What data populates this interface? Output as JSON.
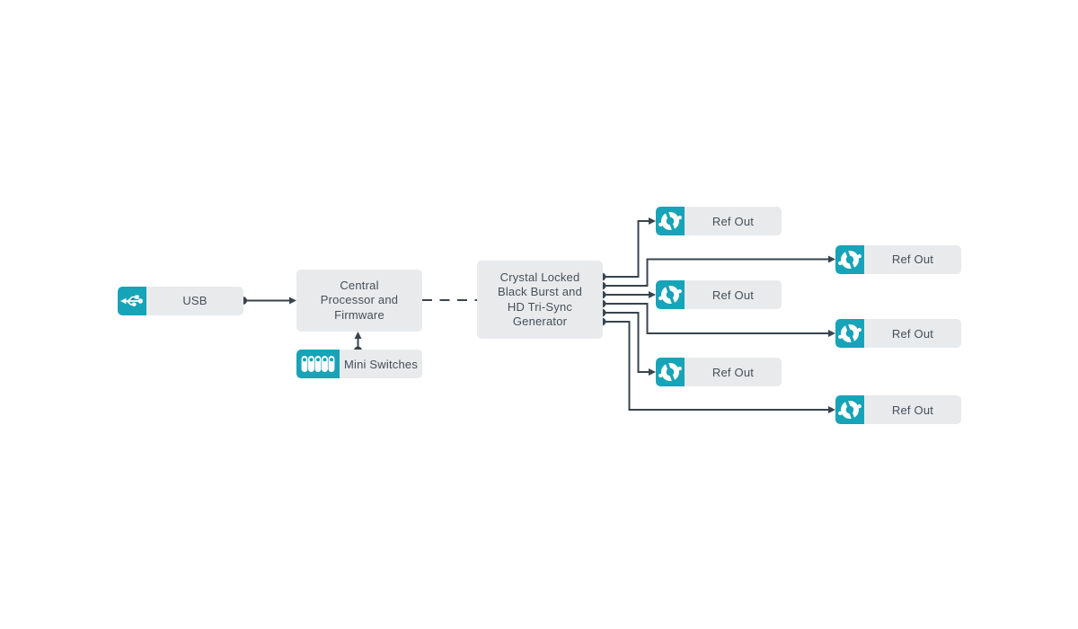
{
  "colors": {
    "accent_teal": "#17A3B8",
    "block_background": "#E9EAEC",
    "text": "#44505A",
    "connector": "#39444E",
    "canvas_background": "#FFFFFF"
  },
  "diagram": {
    "usb": {
      "label": "USB",
      "icon": "usb-icon"
    },
    "central_processor": {
      "lines": [
        "Central",
        "Processor and",
        "Firmware"
      ]
    },
    "mini_switches": {
      "label": "Mini Switches",
      "icon": "dip-switches-icon"
    },
    "generator": {
      "lines": [
        "Crystal Locked",
        "Black Burst and",
        "HD Tri-Sync",
        "Generator"
      ]
    },
    "ref_outs": [
      {
        "label": "Ref Out",
        "icon": "bnc-connector-icon"
      },
      {
        "label": "Ref Out",
        "icon": "bnc-connector-icon"
      },
      {
        "label": "Ref Out",
        "icon": "bnc-connector-icon"
      },
      {
        "label": "Ref Out",
        "icon": "bnc-connector-icon"
      },
      {
        "label": "Ref Out",
        "icon": "bnc-connector-icon"
      },
      {
        "label": "Ref Out",
        "icon": "bnc-connector-icon"
      }
    ]
  }
}
